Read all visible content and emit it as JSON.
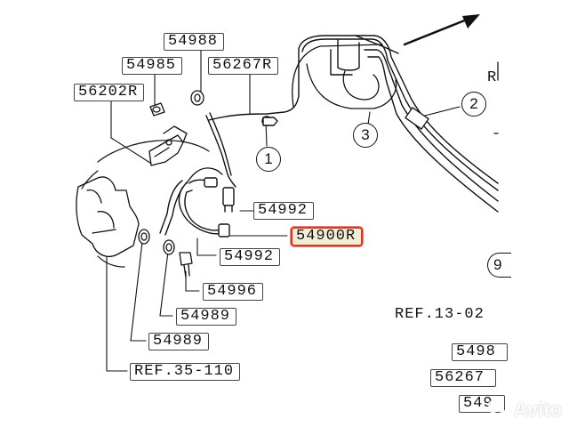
{
  "labels": {
    "p54988": "54988",
    "p54985": "54985",
    "p56267R": "56267R",
    "p56202R": "56202R",
    "p54992_upper": "54992",
    "p54900R": "54900R",
    "p54992_lower": "54992",
    "p54996": "54996",
    "p54989_upper": "54989",
    "p54989_lower": "54989",
    "ref35": "REF.35-110",
    "ref13": "REF.13-02",
    "cut_54985": "5498",
    "cut_56267": "56267",
    "cut_549": "549"
  },
  "callouts": {
    "c1": "1",
    "c2": "2",
    "c3": "3",
    "c9": "9"
  },
  "edge_letter": "R",
  "highlight_color": "#d1382e",
  "watermark": {
    "text": "Avito",
    "icon": "avito-dots-icon"
  }
}
